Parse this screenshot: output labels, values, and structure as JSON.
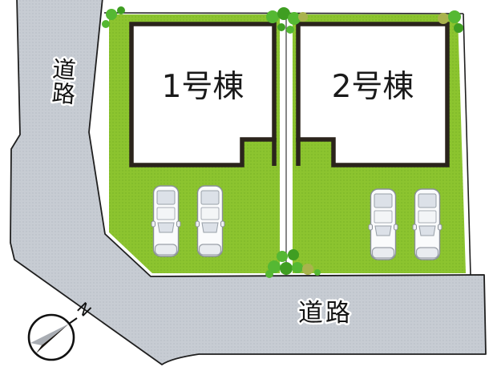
{
  "site_plan": {
    "buildings": [
      {
        "label": "1号棟"
      },
      {
        "label": "2号棟"
      }
    ],
    "roads": {
      "left": {
        "label": "道路",
        "chars": [
          "道",
          "路"
        ]
      },
      "bottom": {
        "label": "道路"
      }
    },
    "compass": {
      "label": "N"
    },
    "colors": {
      "lot_green": "#8cc42f",
      "road_gray": "#c7ccd3",
      "building_fill": "#ffffff",
      "building_border": "#2b241c",
      "boundary_line": "#1f1f1f",
      "tree_green_bright": "#55b833",
      "tree_green_dark": "#3f9e22",
      "tree_olive": "#a9b34d",
      "car_body": "#fafbfc",
      "car_glass": "#dce1e8"
    }
  }
}
